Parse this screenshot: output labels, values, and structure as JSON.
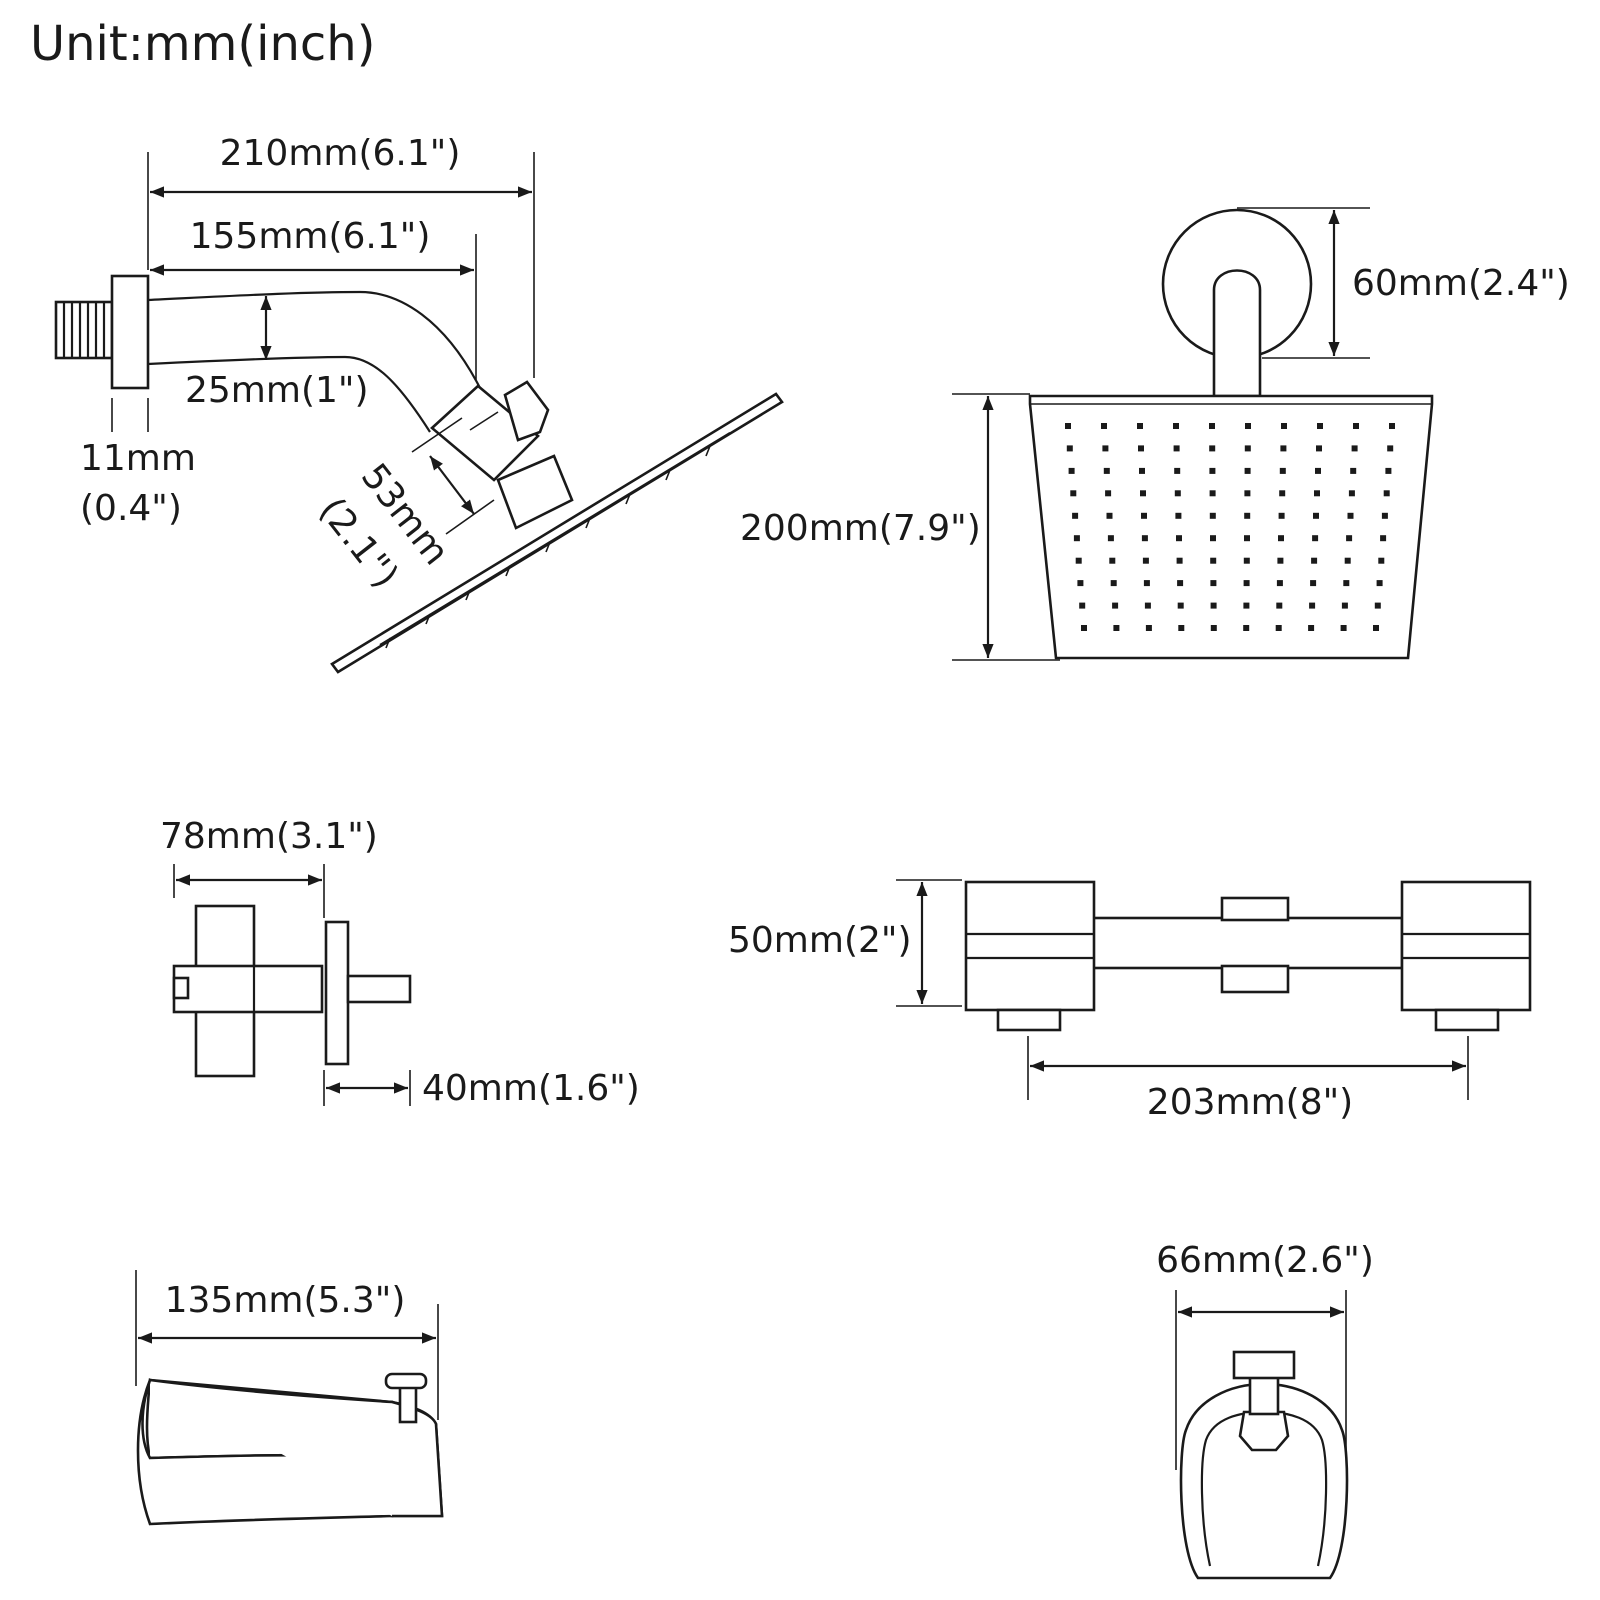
{
  "unit_label": "Unit:mm(inch)",
  "dimensions": {
    "arm_total_length": "210mm(6.1\")",
    "arm_reach": "155mm(6.1\")",
    "arm_diameter": "25mm(1\")",
    "flange_thickness_mm": "11mm",
    "flange_thickness_in": "(0.4\")",
    "ball_joint_mm": "53mm",
    "ball_joint_in": "(2.1\")",
    "flange_diameter": "60mm(2.4\")",
    "head_size": "200mm(7.9\")",
    "handle_width": "78mm(3.1\")",
    "handle_depth": "40mm(1.6\")",
    "valve_height": "50mm(2\")",
    "valve_centers": "203mm(8\")",
    "spout_length": "135mm(5.3\")",
    "spout_width": "66mm(2.6\")"
  }
}
